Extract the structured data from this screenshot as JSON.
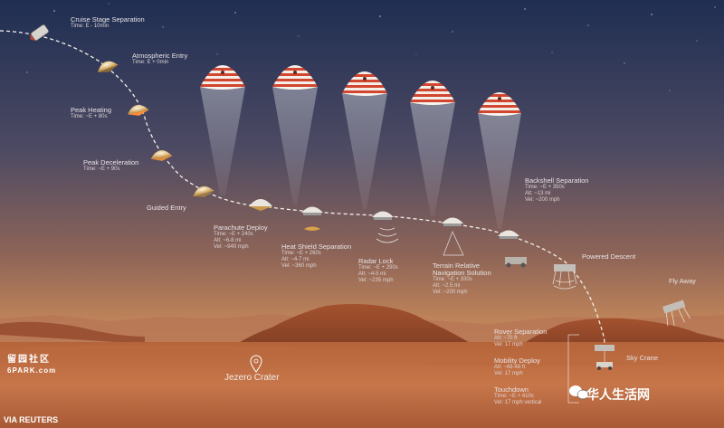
{
  "credit": "VIA REUTERS",
  "crater_label": "Jezero Crater",
  "watermark_left": {
    "line1": "留园社区",
    "line2": "6PARK.com"
  },
  "watermark_right": "华人生活网",
  "stages": [
    {
      "title": "Cruise Stage Separation",
      "lines": [
        "Time: E - 10min"
      ]
    },
    {
      "title": "Atmospheric Entry",
      "lines": [
        "Time: E + 0min"
      ]
    },
    {
      "title": "Peak Heating",
      "lines": [
        "Time: ~E + 80s"
      ]
    },
    {
      "title": "Peak Deceleration",
      "lines": [
        "Time: ~E + 90s"
      ]
    },
    {
      "title": "Guided Entry",
      "lines": []
    },
    {
      "title": "Parachute Deploy",
      "lines": [
        "Time: ~E + 240s",
        "Alt: ~6-8 mi",
        "Vel: ~940 mph"
      ]
    },
    {
      "title": "Heat Shield Separation",
      "lines": [
        "Time: ~E + 260s",
        "Alt: ~4-7 mi",
        "Vel: ~360 mph"
      ]
    },
    {
      "title": "Radar Lock",
      "lines": [
        "Time: ~E + 290s",
        "Alt: ~4-5 mi",
        "Vel: ~235 mph"
      ]
    },
    {
      "title": "Terrain Relative Navigation Solution",
      "lines": [
        "Time: ~E + 330s",
        "Alt: ~2.5 mi",
        "Vel: ~200 mph"
      ]
    },
    {
      "title": "Backshell Separation",
      "lines": [
        "Time: ~E + 350s",
        "Alt: ~13 mi",
        "Vel: ~200 mph"
      ]
    },
    {
      "title": "Powered Descent",
      "lines": []
    },
    {
      "title": "Fly Away",
      "lines": []
    },
    {
      "title": "Sky Crane",
      "lines": []
    },
    {
      "title": "Rover Separation",
      "lines": [
        "Alt: ~70 ft",
        "Vel: 17 mph"
      ]
    },
    {
      "title": "Mobility Deploy",
      "lines": [
        "Alt: ~68-48 ft",
        "Vel: 17 mph"
      ]
    },
    {
      "title": "Touchdown",
      "lines": [
        "Time: ~E + 410s",
        "Vel: 17 mph vertical"
      ]
    }
  ]
}
